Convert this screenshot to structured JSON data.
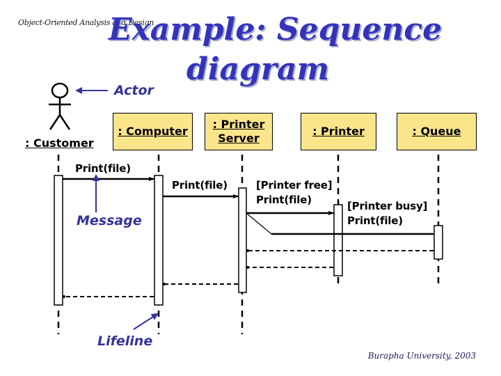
{
  "header": {
    "course": "Object-Oriented Analysis and Design",
    "title_line1": "Example: Sequence",
    "title_line2": "diagram"
  },
  "annotations": {
    "actor": "Actor",
    "message": "Message",
    "lifeline": "Lifeline"
  },
  "participants": [
    {
      "id": "customer",
      "label": ": Customer",
      "kind": "actor"
    },
    {
      "id": "computer",
      "label": ": Computer",
      "kind": "object"
    },
    {
      "id": "printer_server",
      "label_line1": ": Printer",
      "label_line2": "Server",
      "kind": "object"
    },
    {
      "id": "printer",
      "label": ": Printer",
      "kind": "object"
    },
    {
      "id": "queue",
      "label": ": Queue",
      "kind": "object"
    }
  ],
  "messages": [
    {
      "from": "customer",
      "to": "computer",
      "label": "Print(file)",
      "type": "sync"
    },
    {
      "from": "computer",
      "to": "printer_server",
      "label": "Print(file)",
      "type": "sync"
    },
    {
      "from": "printer_server",
      "to": "printer",
      "guard": "[Printer free]",
      "label": "Print(file)",
      "type": "sync"
    },
    {
      "from": "printer_server",
      "to": "queue",
      "guard": "[Printer busy]",
      "label": "Print(file)",
      "type": "sync"
    },
    {
      "from": "queue",
      "to": "printer_server",
      "label": "",
      "type": "return"
    },
    {
      "from": "printer",
      "to": "printer_server",
      "label": "",
      "type": "return"
    },
    {
      "from": "printer_server",
      "to": "computer",
      "label": "",
      "type": "return"
    },
    {
      "from": "computer",
      "to": "customer",
      "label": "",
      "type": "return"
    }
  ],
  "colors": {
    "title": "#3333bb",
    "annotation": "#333399",
    "object_fill": "#fbe58a"
  },
  "footer": {
    "credit": "Burapha University, 2003"
  }
}
